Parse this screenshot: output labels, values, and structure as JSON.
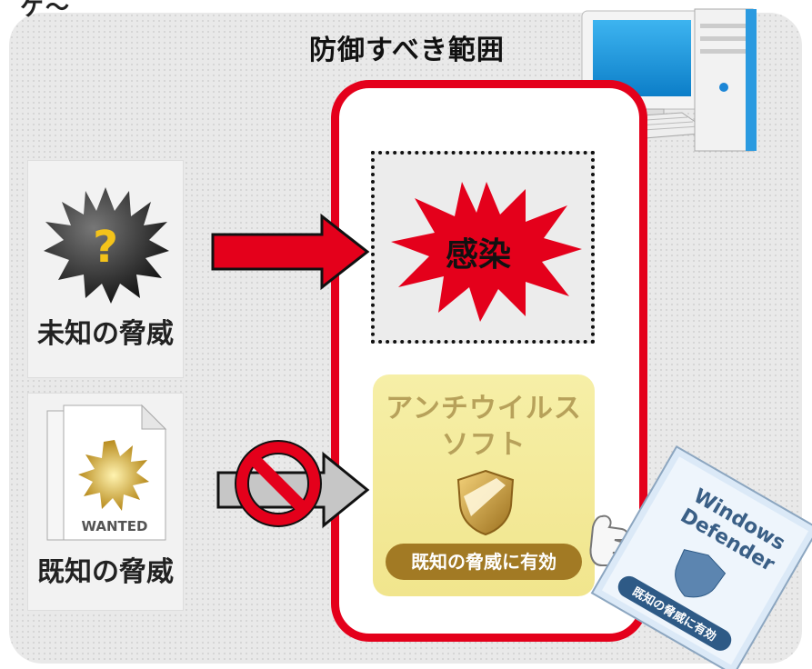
{
  "header_partial": "ケ〜",
  "scope": {
    "title": "防御すべき範囲"
  },
  "threats": {
    "unknown": {
      "label": "未知の脅威",
      "glyph": "?"
    },
    "known": {
      "label": "既知の脅威",
      "document_text": "WANTED"
    }
  },
  "infection": {
    "label": "感染"
  },
  "antivirus": {
    "title_line1": "アンチウイルス",
    "title_line2": "ソフト",
    "badge": "既知の脅威に有効"
  },
  "defender_card": {
    "title_line1": "Windows",
    "title_line2": "Defender",
    "badge": "既知の脅威に有効"
  },
  "icons": [
    "computer-icon",
    "question-starburst-icon",
    "wanted-document-icon",
    "shield-icon",
    "prohibited-icon",
    "arrow-icon",
    "hand-icon"
  ],
  "colors": {
    "red": "#e4001b",
    "gold": "#a27a24",
    "panel_yellow": "#f3e894",
    "gray_arrow": "#c6c6c6"
  }
}
